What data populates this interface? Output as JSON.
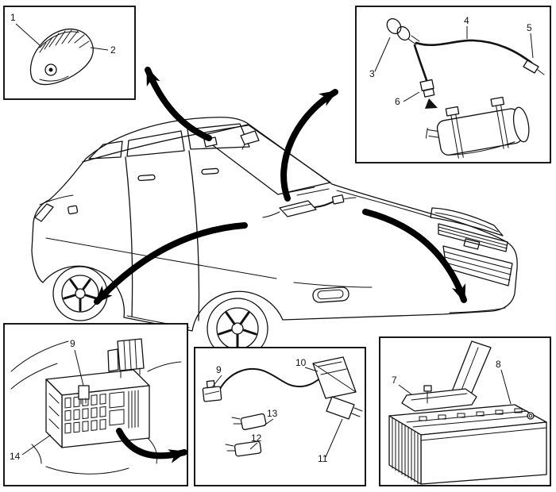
{
  "figure": {
    "kind": "vehicle component location diagram (line art, sedan with five detail callout boxes)"
  },
  "labels": {
    "mirror": {
      "n1": "1",
      "n2": "2"
    },
    "harness": {
      "n3": "3",
      "n4": "4",
      "n5": "5",
      "n6": "6"
    },
    "fusebox": {
      "n9": "9",
      "n14": "14"
    },
    "connectors": {
      "n9": "9",
      "n10": "10",
      "n11": "11",
      "n12": "12",
      "n13": "13"
    },
    "battery": {
      "n7": "7",
      "n8": "8"
    }
  },
  "colors": {
    "line": "#111111",
    "frame": "#000000",
    "arrow": "#000000",
    "background": "#ffffff"
  }
}
